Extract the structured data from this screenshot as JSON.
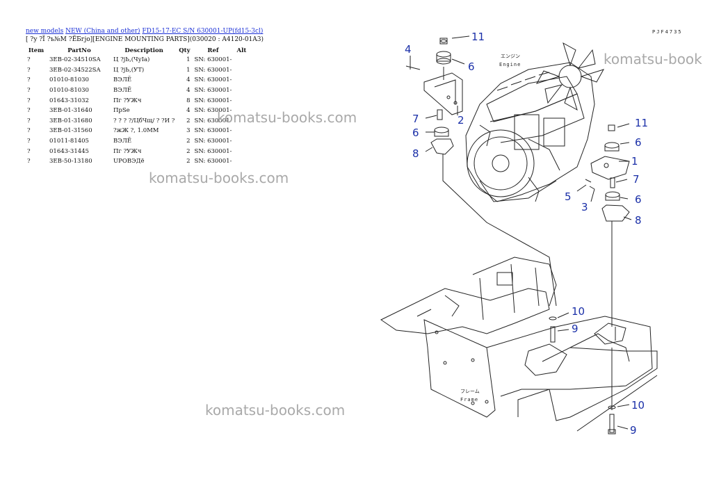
{
  "breadcrumb": {
    "links": [
      "new models",
      "NEW (China and other)",
      "FD15-17-EC S/N 630001-UP(fd15-3cl)"
    ]
  },
  "page_title": "[ ?у ?Ї ?ъ№М ?ЁБгјо][ENGINE MOUNTING PARTS](030020 : A4120-01A3)",
  "table": {
    "headers": [
      "Item",
      "PartNo",
      "Description",
      "Qty",
      "Ref",
      "Alt"
    ],
    "rows": [
      [
        "?",
        "3EB-02-34510SA",
        "Ц ?јЬ,(ЧуІа)",
        "1",
        "SN: 630001-",
        ""
      ],
      [
        "?",
        "3EB-02-34522SA",
        "Ц ?јЬ,(УТ)",
        "1",
        "SN: 630001-",
        ""
      ],
      [
        "?",
        "01010-81030",
        "ВЭЛЁ",
        "4",
        "SN: 630001-",
        ""
      ],
      [
        "?",
        "01010-81030",
        "ВЭЛЁ",
        "4",
        "SN: 630001-",
        ""
      ],
      [
        "?",
        "01643-31032",
        "Пг ?УЖч",
        "8",
        "SN: 630001-",
        ""
      ],
      [
        "?",
        "3EB-01-31640",
        "ПрSе",
        "4",
        "SN: 630001-",
        ""
      ],
      [
        "?",
        "3EB-01-31680",
        "? ? ? ?/ЦбЧщ/ ? ?И ?",
        "2",
        "SN: 630001-",
        ""
      ],
      [
        "?",
        "3EB-01-31560",
        "?жЖ ?, 1.0MM",
        "3",
        "SN: 630001-",
        ""
      ],
      [
        "?",
        "01011-81405",
        "ВЭЛЁ",
        "2",
        "SN: 630001-",
        ""
      ],
      [
        "?",
        "01643-31445",
        "Пг ?УЖч",
        "2",
        "SN: 630001-",
        ""
      ],
      [
        "?",
        "3EB-50-13180",
        "UPОВЭДё",
        "2",
        "SN: 630001-",
        ""
      ]
    ]
  },
  "diagram": {
    "code": "PJF4735",
    "engine_label_jp": "エンジン",
    "engine_label_en": "Engine",
    "frame_label_jp": "フレーム",
    "frame_label_en": "Frame",
    "callouts": [
      "11",
      "4",
      "6",
      "2",
      "7",
      "6",
      "8",
      "11",
      "6",
      "1",
      "7",
      "5",
      "6",
      "3",
      "8",
      "10",
      "9",
      "10",
      "9"
    ]
  },
  "watermarks": [
    "komatsu-book",
    "komatsu-books.com",
    "komatsu-books.com",
    "komatsu-books.com"
  ],
  "colors": {
    "link": "#1a2fd6",
    "callout": "#1a2fa8",
    "watermark": "#a9a9a9"
  }
}
